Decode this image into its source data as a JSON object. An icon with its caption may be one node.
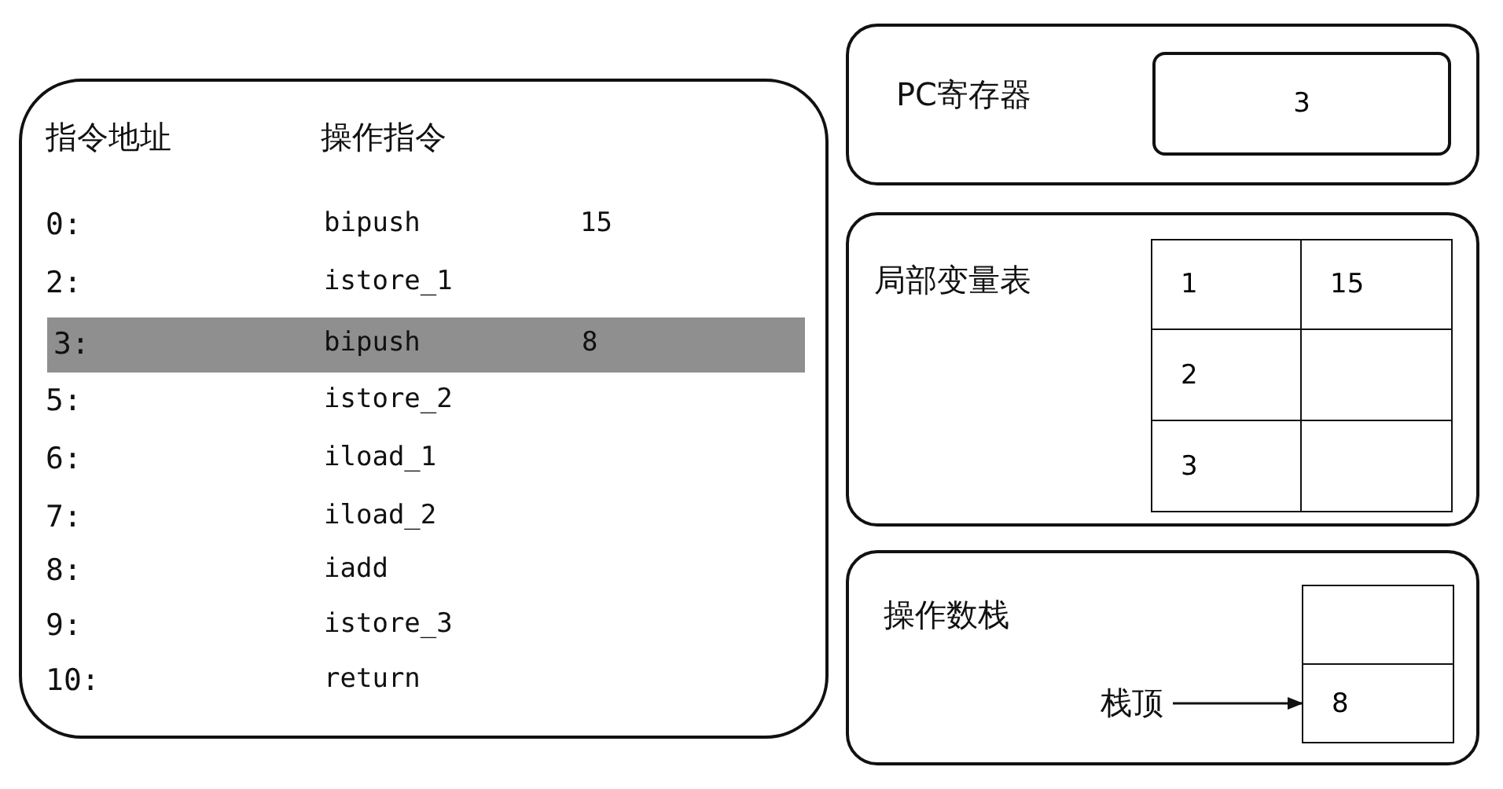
{
  "diagram": {
    "nodes": [
      {
        "text": [
          "指令地址",
          "操作指令"
        ]
      },
      {
        "text": [
          "3:",
          "bipush",
          "8"
        ],
        "in": 0
      },
      {
        "text": [
          "PC寄存器"
        ]
      },
      {
        "text": [
          "3"
        ],
        "in": 2
      },
      {
        "text": [
          "局部变量表"
        ]
      },
      {
        "text": [
          "1"
        ],
        "in": 4
      },
      {
        "text": [
          "15"
        ],
        "in": 4
      },
      {
        "text": [
          "2"
        ],
        "in": 4
      },
      {
        "text": [],
        "shape": "box",
        "in": 4
      },
      {
        "text": [
          "3"
        ],
        "in": 4
      },
      {
        "text": [],
        "shape": "box",
        "in": 4
      },
      {
        "text": [
          "操作数栈"
        ]
      },
      {
        "text": [],
        "shape": "box",
        "in": 11
      },
      {
        "text": [
          "8"
        ],
        "in": 11
      },
      {
        "text": [
          "栈顶"
        ],
        "in": 11
      }
    ],
    "edges": [
      {
        "from": 14,
        "to": 13,
        "arrow": "to"
      }
    ],
    "labels": [
      "0:",
      "bipush",
      "15",
      "2:",
      "istore_1",
      "5:",
      "istore_2",
      "6:",
      "iload_1",
      "7:",
      "iload_2",
      "8:",
      "iadd",
      "9:",
      "istore_3",
      "10:",
      "return"
    ]
  }
}
